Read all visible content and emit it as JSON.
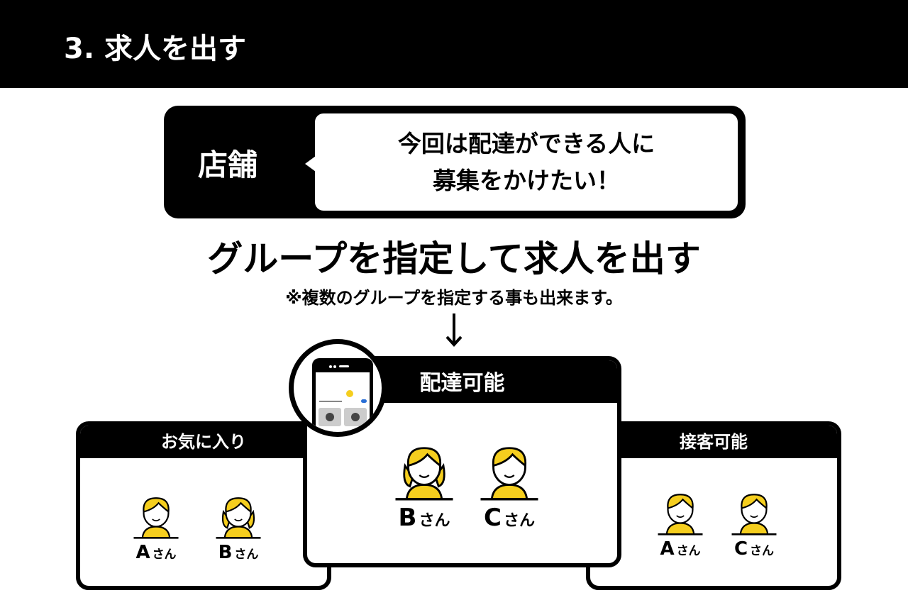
{
  "header": {
    "title": "3. 求人を出す"
  },
  "store": {
    "label": "店舗",
    "speech_line1": "今回は配達ができる人に",
    "speech_line2": "募集をかけたい！"
  },
  "headline": "グループを指定して求人を出す",
  "note": "※複数のグループを指定する事も出来ます。",
  "colors": {
    "accent": "#F5CE1E",
    "black": "#000000"
  },
  "groups": {
    "favorites": {
      "title": "お気に入り",
      "members": [
        {
          "letter": "A",
          "suffix": "さん",
          "hair": "short"
        },
        {
          "letter": "B",
          "suffix": "さん",
          "hair": "long"
        }
      ]
    },
    "delivery": {
      "title": "配達可能",
      "members": [
        {
          "letter": "B",
          "suffix": "さん",
          "hair": "long"
        },
        {
          "letter": "C",
          "suffix": "さん",
          "hair": "short"
        }
      ]
    },
    "service": {
      "title": "接客可能",
      "members": [
        {
          "letter": "A",
          "suffix": "さん",
          "hair": "short"
        },
        {
          "letter": "C",
          "suffix": "さん",
          "hair": "short"
        }
      ]
    }
  }
}
